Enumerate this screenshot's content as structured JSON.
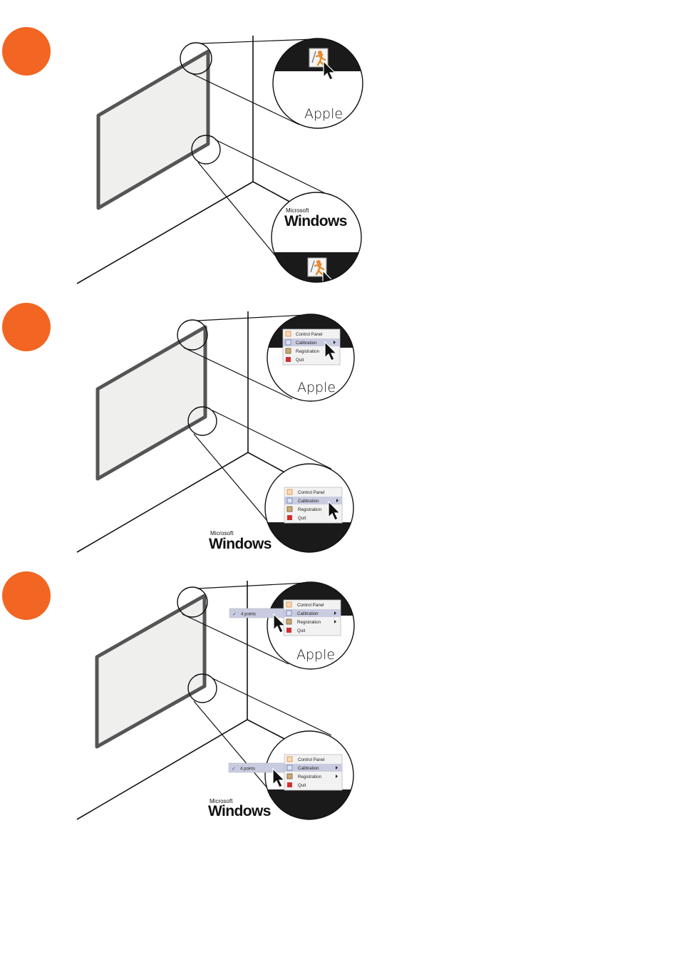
{
  "colors": {
    "step_dot": "#f26522",
    "line": "#111111",
    "screen_fill": "#efefee",
    "screen_frame": "#555555",
    "taskbar": "#1a1a1a",
    "menu_bg": "#f2f2f2",
    "menu_highlight": "#c9cbe0",
    "icon_orange": "#e8892b",
    "quit_red": "#d32f2f"
  },
  "labels": {
    "apple": "Apple",
    "microsoft": "Microsoft",
    "windows": "Windows"
  },
  "menu": {
    "items": [
      "Control Panel",
      "Calibration",
      "Registration",
      "Quit"
    ],
    "highlighted_index": 1
  },
  "submenu": {
    "item": "4 points",
    "check": "✓"
  },
  "steps": [
    {
      "dot": "step-dot"
    },
    {
      "dot": "step-dot"
    },
    {
      "dot": "step-dot"
    }
  ]
}
